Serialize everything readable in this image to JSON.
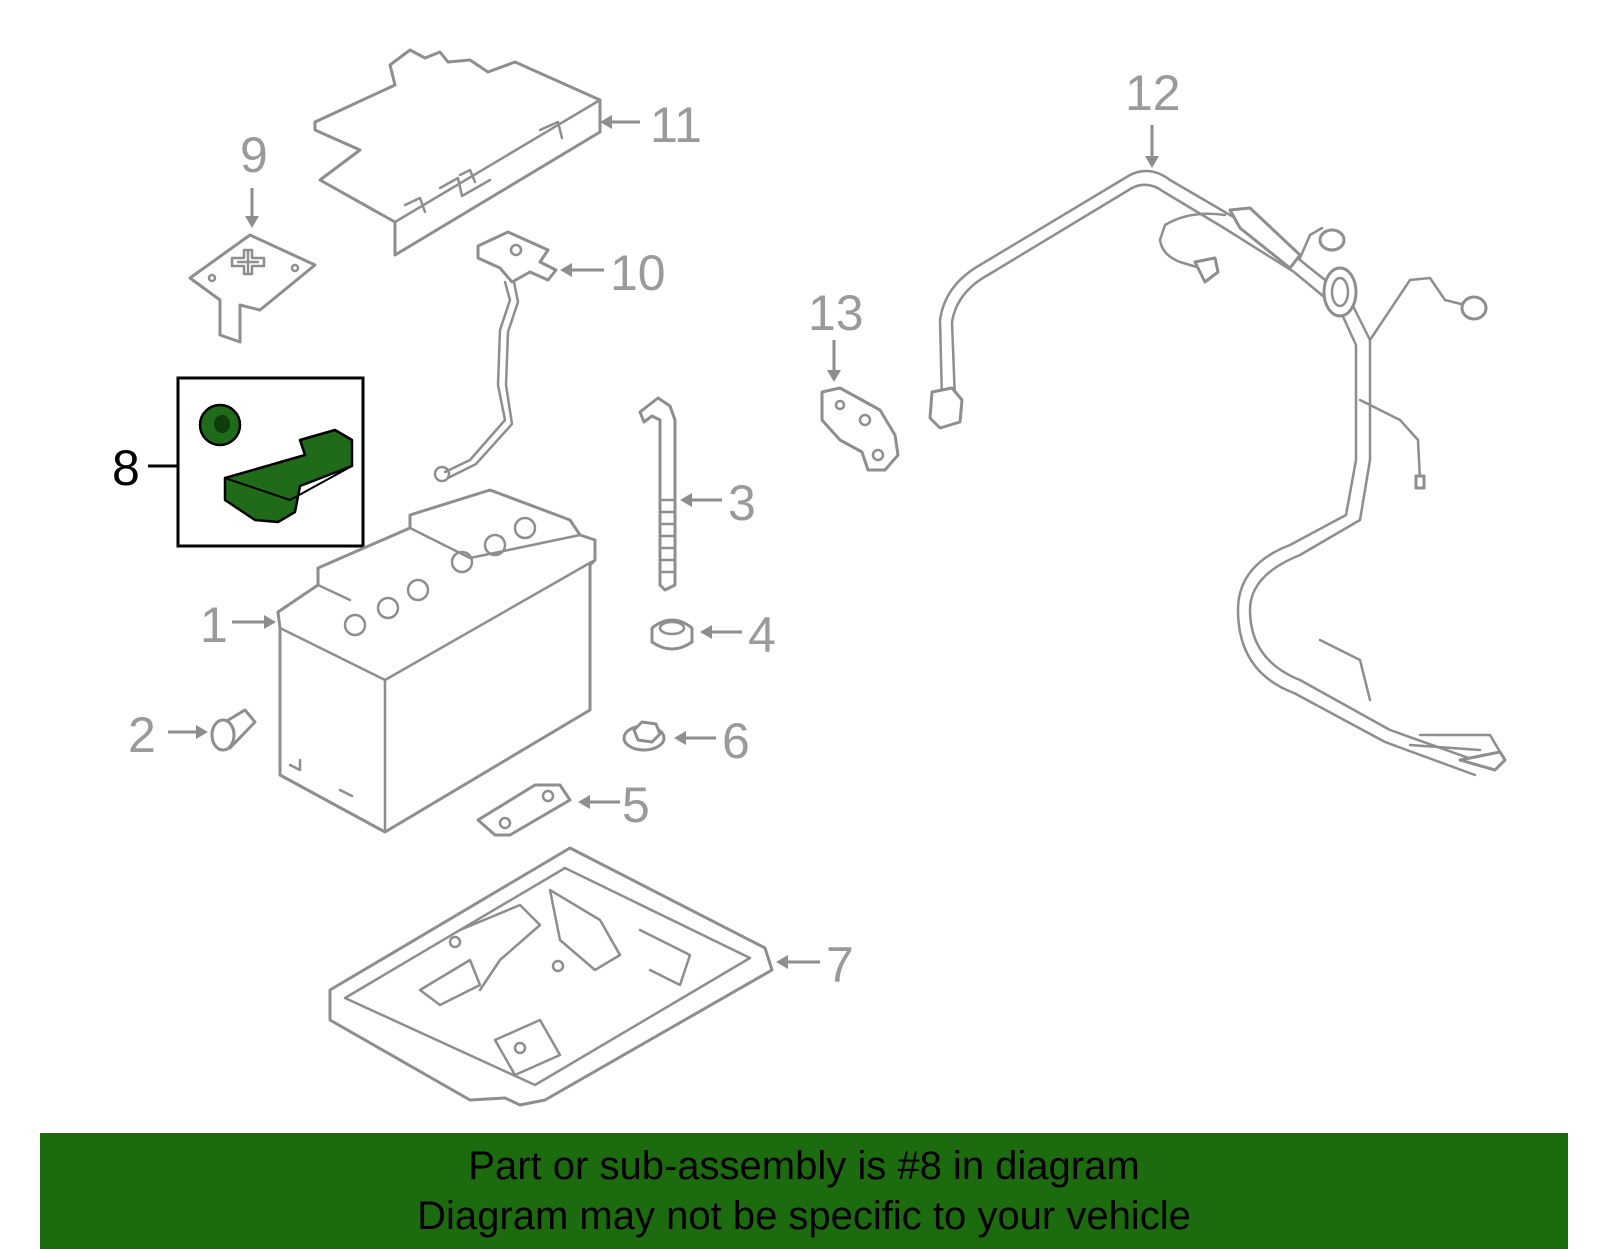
{
  "diagram": {
    "highlight_color": "#1f6b1a",
    "callouts": [
      {
        "id": "1",
        "label": "1"
      },
      {
        "id": "2",
        "label": "2"
      },
      {
        "id": "3",
        "label": "3"
      },
      {
        "id": "4",
        "label": "4"
      },
      {
        "id": "5",
        "label": "5"
      },
      {
        "id": "6",
        "label": "6"
      },
      {
        "id": "7",
        "label": "7"
      },
      {
        "id": "8",
        "label": "8"
      },
      {
        "id": "9",
        "label": "9"
      },
      {
        "id": "10",
        "label": "10"
      },
      {
        "id": "11",
        "label": "11"
      },
      {
        "id": "12",
        "label": "12"
      },
      {
        "id": "13",
        "label": "13"
      }
    ]
  },
  "banner": {
    "line1": "Part or sub-assembly is #8 in diagram",
    "line2": "Diagram may not be specific to your vehicle",
    "background": "#1c6b0f"
  }
}
